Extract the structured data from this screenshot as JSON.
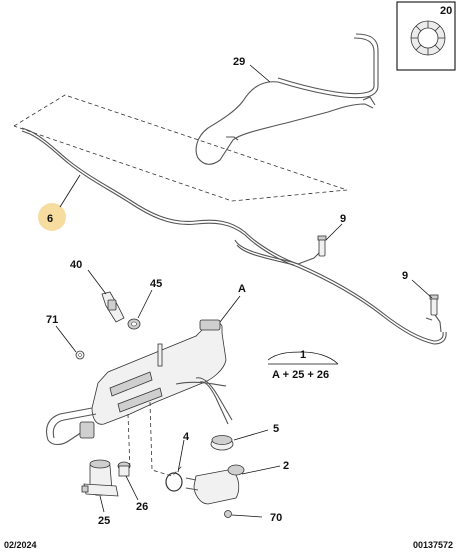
{
  "callouts": {
    "c20": "20",
    "c29": "29",
    "c6": "6",
    "c9a": "9",
    "c9b": "9",
    "c40": "40",
    "c45": "45",
    "cA": "A",
    "c71": "71",
    "c1": "1",
    "c1_formula": "A + 25 + 26",
    "c4": "4",
    "c5": "5",
    "c2": "2",
    "c26": "26",
    "c25": "25",
    "c70": "70"
  },
  "footer": {
    "date": "02/2024",
    "reference": "00137572"
  },
  "colors": {
    "highlight_circle": "#f7dca0",
    "line": "#333333"
  }
}
